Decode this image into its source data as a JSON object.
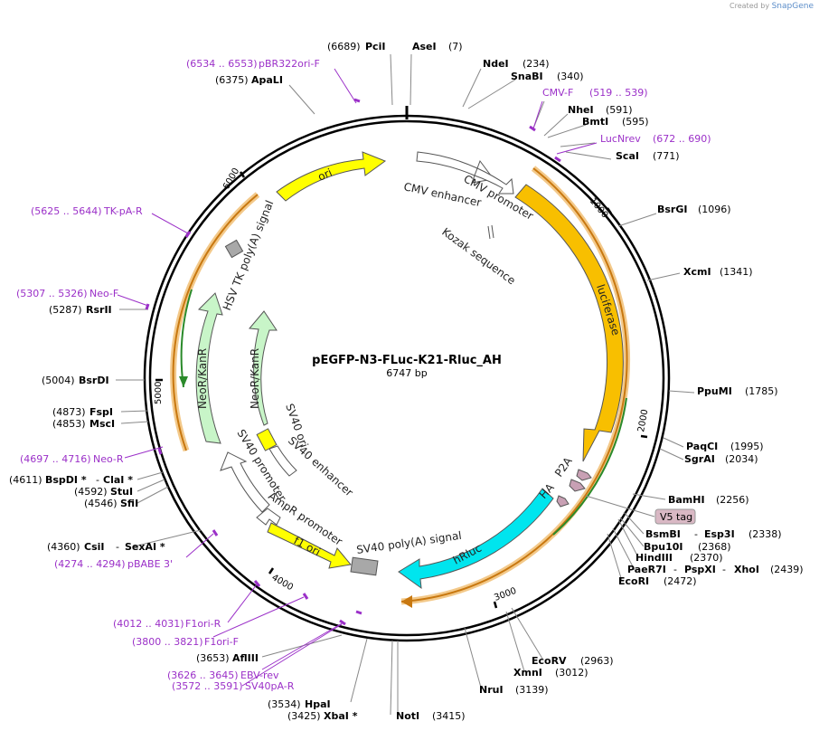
{
  "credit": {
    "prefix": "Created by",
    "brand": "SnapGene"
  },
  "plasmid": {
    "name": "pEGFP-N3-FLuc-K21-Rluc_AH",
    "size": "6747 bp"
  },
  "ticks": [
    "1000",
    "2000",
    "3000",
    "4000",
    "5000",
    "6000"
  ],
  "features": {
    "cmv_enhancer": "CMV enhancer",
    "cmv_promoter": "CMV promoter",
    "kozak": "Kozak sequence",
    "luciferase": "luciferase",
    "p2a": "P2A",
    "ha": "HA",
    "hrluc": "hRluc",
    "sv40_polya": "SV40 poly(A) signal",
    "f1_ori": "f1 ori",
    "ampr_promoter": "AmpR promoter",
    "sv40_promoter": "SV40 promoter",
    "sv40_enhancer": "SV40 enhancer",
    "sv40_ori": "SV40 ori",
    "neokanr_inner": "NeoR/KanR",
    "neokanr_outer": "NeoR/KanR",
    "hsv_tk_polya": "HSV TK poly(A) signal",
    "ori": "ori",
    "v5_tag": "V5 tag"
  },
  "enzymes": {
    "pcii": {
      "name": "PciI",
      "pos": "(6689)"
    },
    "asei": {
      "name": "AseI",
      "pos": "(7)"
    },
    "ndei": {
      "name": "NdeI",
      "pos": "(234)"
    },
    "snabi": {
      "name": "SnaBI",
      "pos": "(340)"
    },
    "nhei": {
      "name": "NheI",
      "pos": "(591)"
    },
    "bmti": {
      "name": "BmtI",
      "pos": "(595)"
    },
    "scai": {
      "name": "ScaI",
      "pos": "(771)"
    },
    "bsrgi": {
      "name": "BsrGI",
      "pos": "(1096)"
    },
    "xcmi": {
      "name": "XcmI",
      "pos": "(1341)"
    },
    "ppumi": {
      "name": "PpuMI",
      "pos": "(1785)"
    },
    "paqci": {
      "name": "PaqCI",
      "pos": "(1995)"
    },
    "sgrai": {
      "name": "SgrAI",
      "pos": "(2034)"
    },
    "bamhi": {
      "name": "BamHI",
      "pos": "(2256)"
    },
    "bsmbi": {
      "name": "BsmBI",
      "sep": "-",
      "name2": "Esp3I",
      "pos": "(2338)"
    },
    "bpu10i": {
      "name": "Bpu10I",
      "pos": "(2368)"
    },
    "hindiii": {
      "name": "HindIII",
      "pos": "(2370)"
    },
    "paer7i": {
      "name": "PaeR7I",
      "sep": "-",
      "name2": "PspXI",
      "sep2": "-",
      "name3": "XhoI",
      "pos": "(2439)"
    },
    "ecori": {
      "name": "EcoRI",
      "pos": "(2472)"
    },
    "ecorv": {
      "name": "EcoRV",
      "pos": "(2963)"
    },
    "xmni": {
      "name": "XmnI",
      "pos": "(3012)"
    },
    "frui": {
      "name": "NruI",
      "pos": "(3139)"
    },
    "noti": {
      "name": "NotI",
      "pos": "(3415)"
    },
    "xbai": {
      "name": "XbaI *",
      "pos": "(3425)"
    },
    "hpai": {
      "name": "HpaI",
      "pos": "(3534)"
    },
    "aflii": {
      "name": "AflIII",
      "pos": "(3653)"
    },
    "csii": {
      "name": "CsiI",
      "sep": "-",
      "name2": "SexAI *",
      "pos": "(4360)"
    },
    "sfii": {
      "name": "SfiI",
      "pos": "(4546)"
    },
    "stui": {
      "name": "StuI",
      "pos": "(4592)"
    },
    "bspdi": {
      "name": "BspDI *",
      "sep": "-",
      "name2": "ClaI *",
      "pos": "(4611)"
    },
    "msci": {
      "name": "MscI",
      "pos": "(4853)"
    },
    "fspi": {
      "name": "FspI",
      "pos": "(4873)"
    },
    "bsrdi": {
      "name": "BsrDI",
      "pos": "(5004)"
    },
    "rsrii": {
      "name": "RsrII",
      "pos": "(5287)"
    },
    "apali": {
      "name": "ApaLI",
      "pos": "(6375)"
    }
  },
  "primers": {
    "pbr322ori_f": {
      "range": "(6534 .. 6553)",
      "name": "pBR322ori-F"
    },
    "cmv_f": {
      "name": "CMV-F",
      "range": "(519 .. 539)"
    },
    "lucnrev": {
      "name": "LucNrev",
      "range": "(672 .. 690)"
    },
    "tkpa_r": {
      "range": "(5625 .. 5644)",
      "name": "TK-pA-R"
    },
    "neo_f": {
      "range": "(5307 .. 5326)",
      "name": "Neo-F"
    },
    "neo_r": {
      "range": "(4697 .. 4716)",
      "name": "Neo-R"
    },
    "pbabe3": {
      "range": "(4274 .. 4294)",
      "name": "pBABE 3'"
    },
    "f1ori_r": {
      "range": "(4012 .. 4031)",
      "name": "F1ori-R"
    },
    "f1ori_f": {
      "range": "(3800 .. 3821)",
      "name": "F1ori-F"
    },
    "ebv_rev": {
      "range": "(3626 .. 3645)",
      "name": "EBV-rev"
    },
    "sv40pa_r": {
      "range": "(3572 .. 3591)",
      "name": "SV40pA-R"
    }
  },
  "colors": {
    "luciferase": "#f8bf00",
    "ori": "#ffff00",
    "neokanr": "#c8f5c8",
    "hrluc": "#00e5ee",
    "p2a": "#c8a0b4",
    "terminator": "#a8a8a8",
    "primer": "#9b30c8",
    "orange_halo": "#f3c98a"
  }
}
